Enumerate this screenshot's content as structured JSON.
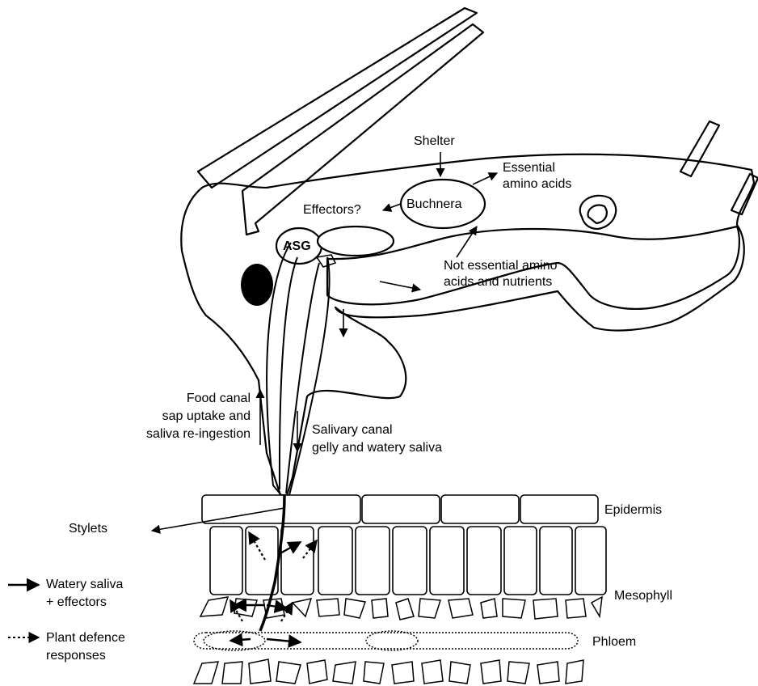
{
  "labels": {
    "shelter": "Shelter",
    "essential_1": "Essential",
    "essential_2": "amino acids",
    "buchnera": "Buchnera",
    "effectors": "Effectors?",
    "asg": "ASG",
    "not_essential_1": "Not essential amino",
    "not_essential_2": "acids and nutrients",
    "food_canal_1": "Food canal",
    "food_canal_2": "sap uptake and",
    "food_canal_3": "saliva re-ingestion",
    "salivary_1": "Salivary canal",
    "salivary_2": "gelly and watery saliva",
    "stylets": "Stylets",
    "epidermis": "Epidermis",
    "mesophyll": "Mesophyll",
    "phloem": "Phloem"
  },
  "legend": {
    "solid_1": "Watery saliva",
    "solid_2": "+ effectors",
    "dotted_1": "Plant defence",
    "dotted_2": "responses"
  }
}
